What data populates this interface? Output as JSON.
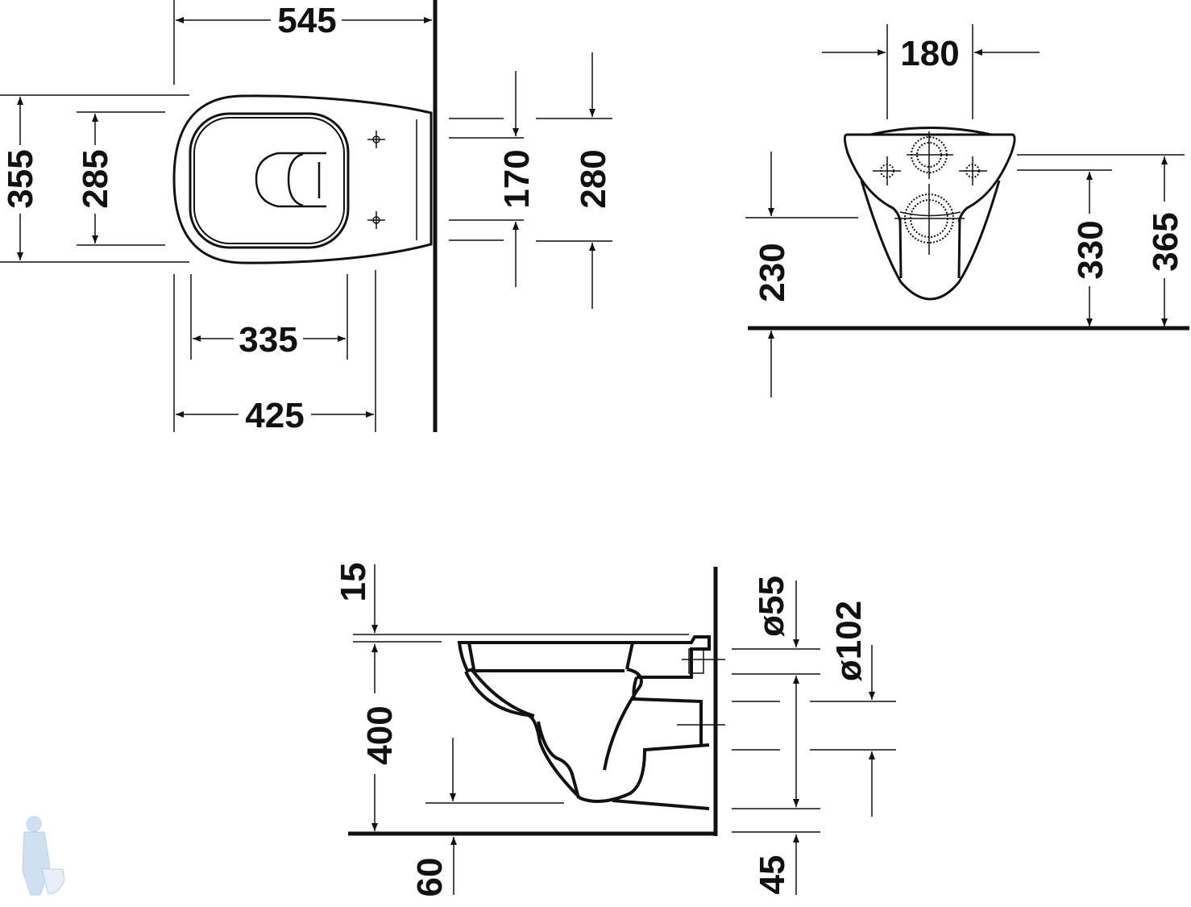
{
  "top_view": {
    "overall_length": "545",
    "overall_width": "355",
    "seat_width": "285",
    "seat_length": "335",
    "bowl_length": "425",
    "fixing_spacing": "170",
    "back_width": "280"
  },
  "front_view": {
    "fixing_distance": "180",
    "lower_fixing_height": "230",
    "fixing_height": "330",
    "top_height": "365"
  },
  "side_view": {
    "seat_offset": "15",
    "rim_height": "400",
    "floor_clearance": "60",
    "inlet_diameter": "ø55",
    "outlet_diameter": "ø102",
    "outlet_floor_height": "45"
  },
  "colors": {
    "line": "#111111",
    "watermark": "#c9d6e2"
  }
}
